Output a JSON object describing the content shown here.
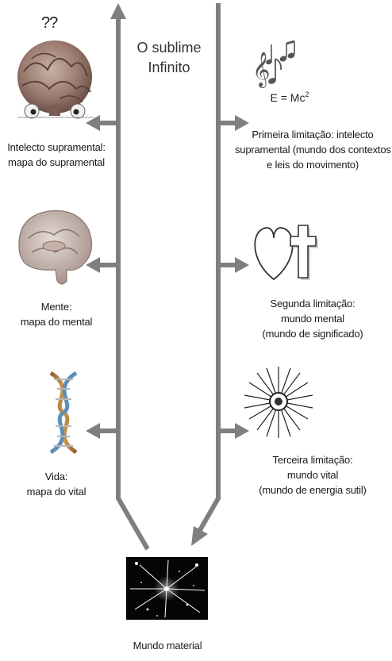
{
  "title": {
    "line1": "O sublime",
    "line2": "Infinito"
  },
  "question_marks": "??",
  "formula": {
    "base": "E = Mc",
    "exponent": "2"
  },
  "left_labels": [
    {
      "line1": "Intelecto supramental:",
      "line2": "mapa do supramental"
    },
    {
      "line1": "Mente:",
      "line2": "mapa do mental"
    },
    {
      "line1": "Vida:",
      "line2": "mapa do vital"
    }
  ],
  "right_labels": [
    {
      "line1": "Primeira limitação: intelecto",
      "line2": "supramental (mundo dos contextos",
      "line3": "e leis do movimento)"
    },
    {
      "line1": "Segunda limitação:",
      "line2": "mundo mental",
      "line3": "(mundo de significado)"
    },
    {
      "line1": "Terceira limitação:",
      "line2": "mundo vital",
      "line3": "(mundo de energia sutil)"
    }
  ],
  "bottom_label": "Mundo material",
  "colors": {
    "arrow": "#7f7f7f",
    "text": "#1a1a1a"
  },
  "icons": [
    "brain-with-eyes-icon",
    "music-notes-icon",
    "brain-cross-section-icon",
    "heart-icon",
    "cross-icon",
    "dna-helix-icon",
    "energy-burst-icon",
    "starfield-icon"
  ]
}
